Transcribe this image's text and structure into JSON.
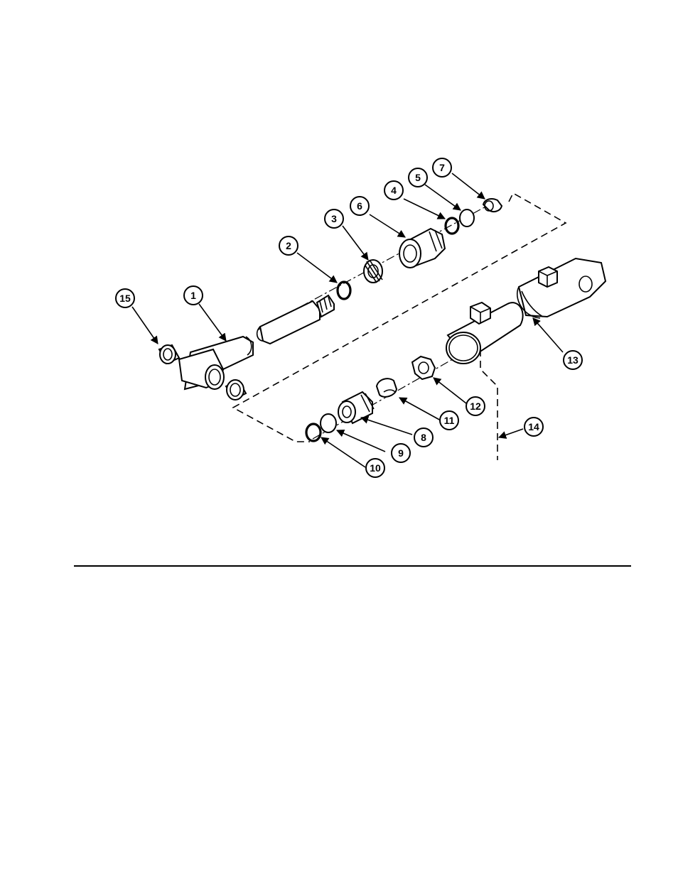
{
  "figure": {
    "callouts": [
      {
        "id": "c1",
        "label": "1"
      },
      {
        "id": "c2",
        "label": "2"
      },
      {
        "id": "c3",
        "label": "3"
      },
      {
        "id": "c4",
        "label": "4"
      },
      {
        "id": "c5",
        "label": "5"
      },
      {
        "id": "c6",
        "label": "6"
      },
      {
        "id": "c7",
        "label": "7"
      },
      {
        "id": "c8",
        "label": "8"
      },
      {
        "id": "c9",
        "label": "9"
      },
      {
        "id": "c10",
        "label": "10"
      },
      {
        "id": "c11",
        "label": "11"
      },
      {
        "id": "c12",
        "label": "12"
      },
      {
        "id": "c13",
        "label": "13"
      },
      {
        "id": "c14",
        "label": "14"
      },
      {
        "id": "c15",
        "label": "15"
      }
    ]
  }
}
